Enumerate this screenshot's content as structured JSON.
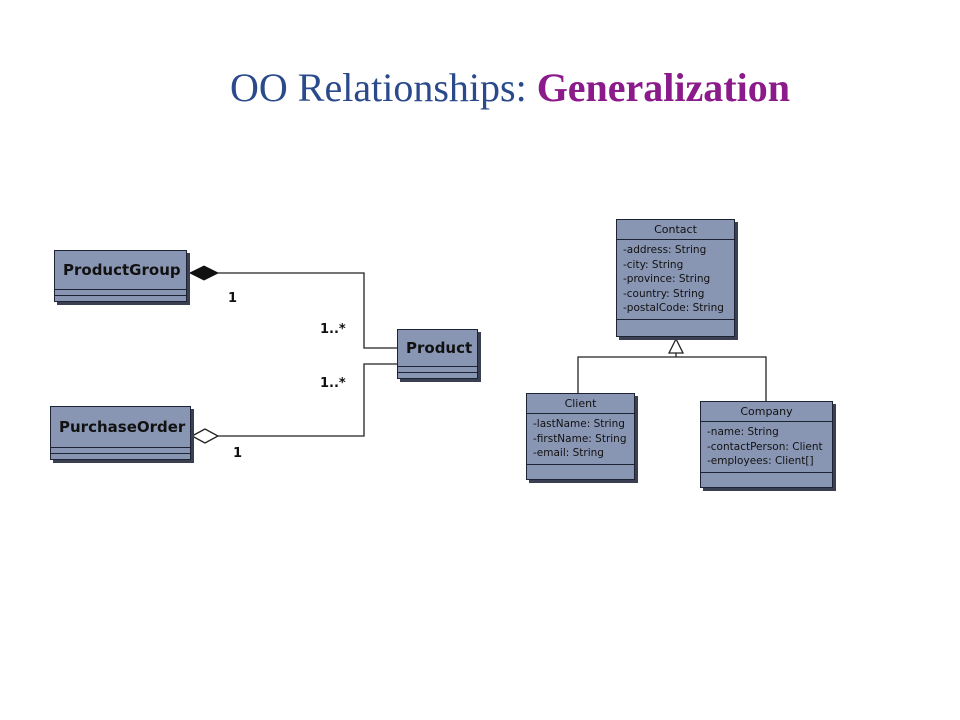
{
  "title": {
    "prefix": "OO Relationships: ",
    "highlight": "Generalization"
  },
  "classes": {
    "product_group": {
      "name": "ProductGroup"
    },
    "purchase_order": {
      "name": "PurchaseOrder"
    },
    "product": {
      "name": "Product"
    },
    "contact": {
      "name": "Contact",
      "attributes": [
        "-address: String",
        "-city: String",
        "-province: String",
        "-country: String",
        "-postalCode: String"
      ]
    },
    "client": {
      "name": "Client",
      "attributes": [
        "-lastName: String",
        "-firstName: String",
        "-email: String"
      ]
    },
    "company": {
      "name": "Company",
      "attributes": [
        "-name: String",
        "-contactPerson: Client",
        "-employees: Client[]"
      ]
    }
  },
  "multiplicities": {
    "product_group_end": "1",
    "product_top_end": "1..*",
    "product_bottom_end": "1..*",
    "purchase_order_end": "1"
  },
  "colors": {
    "class_fill": "#8996b3",
    "title": "#2a4a8c",
    "highlight": "#8b1a8b"
  }
}
